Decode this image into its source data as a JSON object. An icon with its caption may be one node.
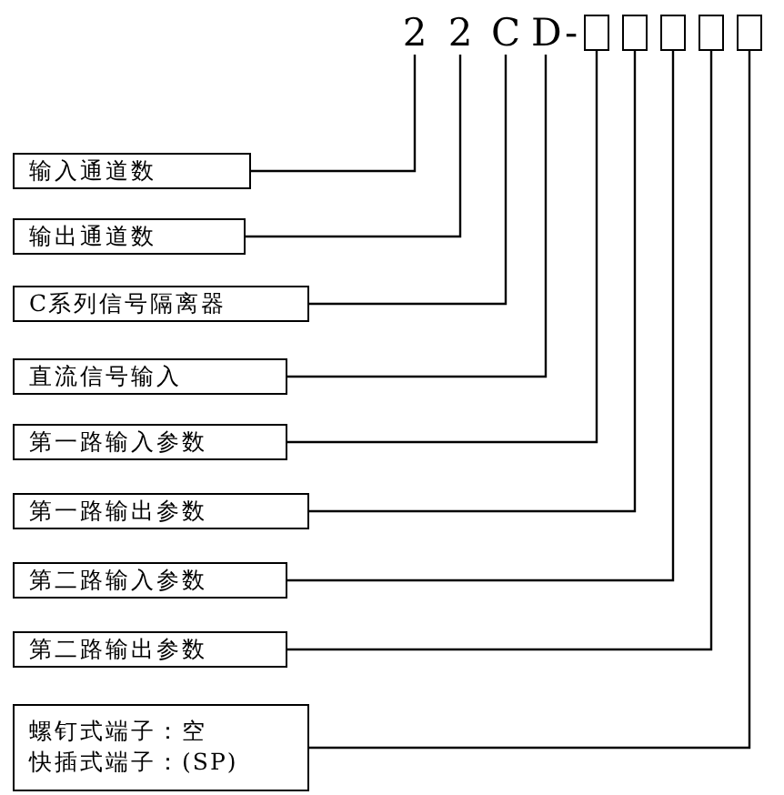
{
  "diagram": {
    "nodes": [
      {
        "text": [
          "2"
        ]
      },
      {
        "text": [
          "2"
        ]
      },
      {
        "text": [
          "C"
        ]
      },
      {
        "text": [
          "D"
        ]
      },
      {
        "text": [],
        "shape": "box"
      },
      {
        "text": [],
        "shape": "box"
      },
      {
        "text": [],
        "shape": "box"
      },
      {
        "text": [],
        "shape": "box"
      },
      {
        "text": [],
        "shape": "box"
      },
      {
        "text": [
          "输入通道数"
        ]
      },
      {
        "text": [
          "输出通道数"
        ]
      },
      {
        "text": [
          "C系列信号隔离器"
        ]
      },
      {
        "text": [
          "直流信号输入"
        ]
      },
      {
        "text": [
          "第一路输入参数"
        ]
      },
      {
        "text": [
          "第一路输出参数"
        ]
      },
      {
        "text": [
          "第二路输入参数"
        ]
      },
      {
        "text": [
          "第二路输出参数"
        ]
      },
      {
        "text": [
          "螺钉式端子：空",
          "快插式端子：(SP)"
        ]
      }
    ],
    "edges": [
      {
        "from": 9,
        "to": 0,
        "arrow": "none"
      },
      {
        "from": 10,
        "to": 1,
        "arrow": "none"
      },
      {
        "from": 11,
        "to": 2,
        "arrow": "none"
      },
      {
        "from": 12,
        "to": 3,
        "arrow": "none"
      },
      {
        "from": 13,
        "to": 4,
        "arrow": "none"
      },
      {
        "from": 14,
        "to": 5,
        "arrow": "none"
      },
      {
        "from": 15,
        "to": 6,
        "arrow": "none"
      },
      {
        "from": 16,
        "to": 7,
        "arrow": "none"
      },
      {
        "from": 17,
        "to": 8,
        "arrow": "none"
      }
    ],
    "labels": [
      "-"
    ]
  }
}
